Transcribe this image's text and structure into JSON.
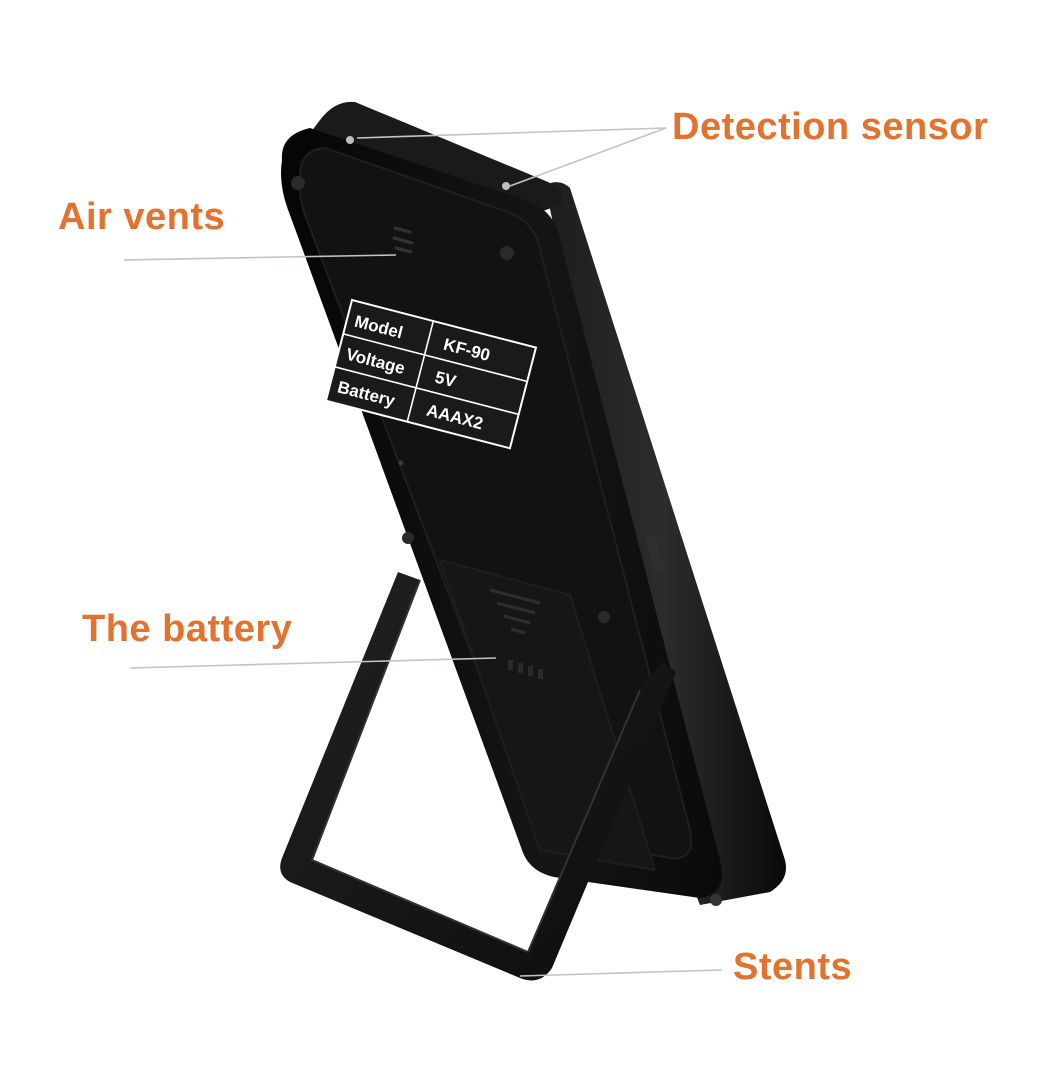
{
  "colors": {
    "callout": "#e2722d",
    "leader": "#c9c2bd",
    "device_body": "#0d0d0d",
    "device_panel": "#141414",
    "sticker_text": "#ffffff"
  },
  "callouts": {
    "detection_sensor": "Detection sensor",
    "air_vents": "Air vents",
    "battery": "The battery",
    "stents": "Stents"
  },
  "spec_label": {
    "rows": [
      {
        "key": "Model",
        "value": "KF-90"
      },
      {
        "key": "Voltage",
        "value": "5V"
      },
      {
        "key": "Battery",
        "value": "AAAX2"
      }
    ]
  }
}
